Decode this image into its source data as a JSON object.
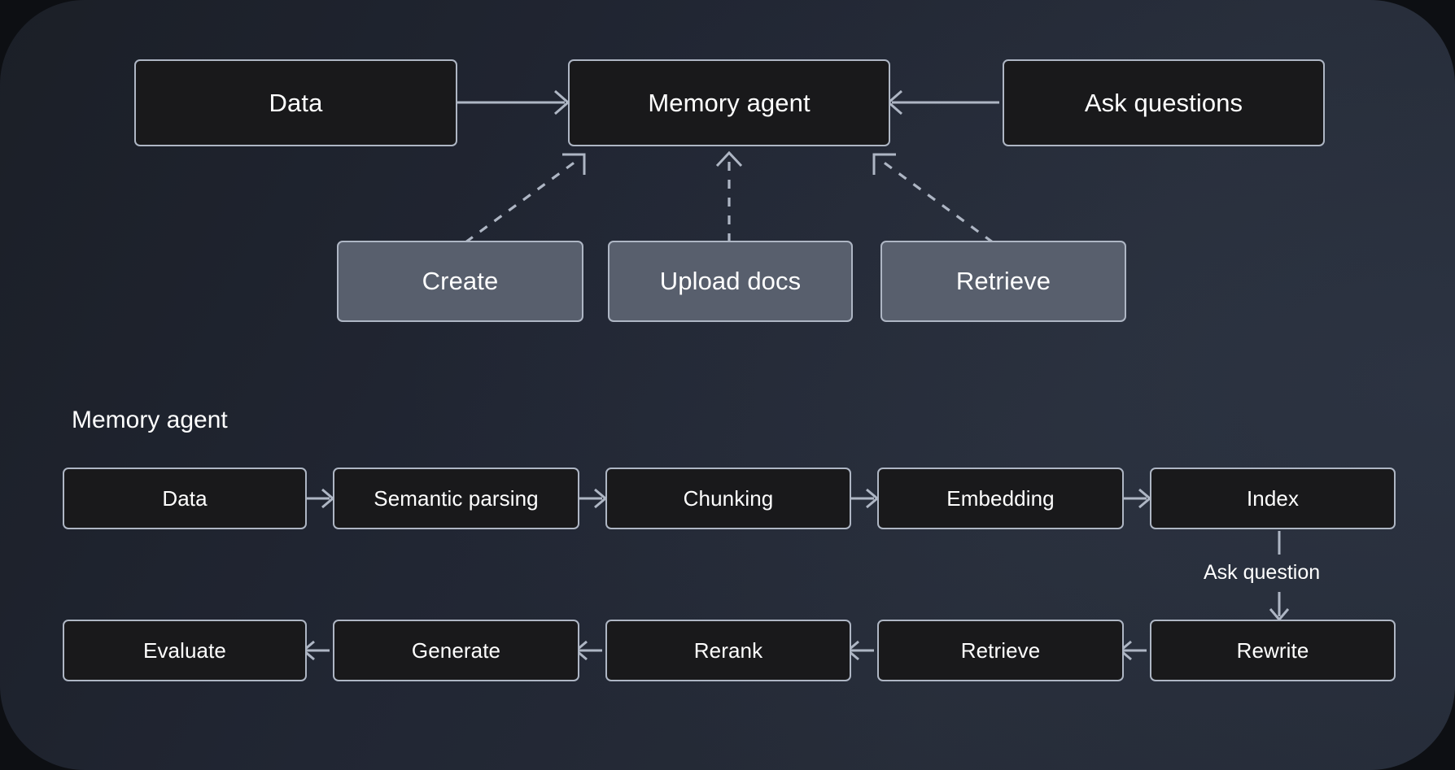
{
  "diagram": {
    "background_color": "#212633",
    "box_fill": "#19191b",
    "box_fill_light": "#585f6d",
    "stroke_color": "#aeb6c4",
    "text_color": "#ffffff"
  },
  "overview": {
    "nodes": {
      "data": "Data",
      "memory_agent": "Memory agent",
      "ask_questions": "Ask questions",
      "create": "Create",
      "upload_docs": "Upload docs",
      "retrieve": "Retrieve"
    }
  },
  "detail": {
    "section_title": "Memory agent",
    "transition_label": "Ask question",
    "row_one": [
      {
        "label": "Data"
      },
      {
        "label": "Semantic parsing"
      },
      {
        "label": "Chunking"
      },
      {
        "label": "Embedding"
      },
      {
        "label": "Index"
      }
    ],
    "row_two": [
      {
        "label": "Evaluate"
      },
      {
        "label": "Generate"
      },
      {
        "label": "Rerank"
      },
      {
        "label": "Retrieve"
      },
      {
        "label": "Rewrite"
      }
    ]
  }
}
